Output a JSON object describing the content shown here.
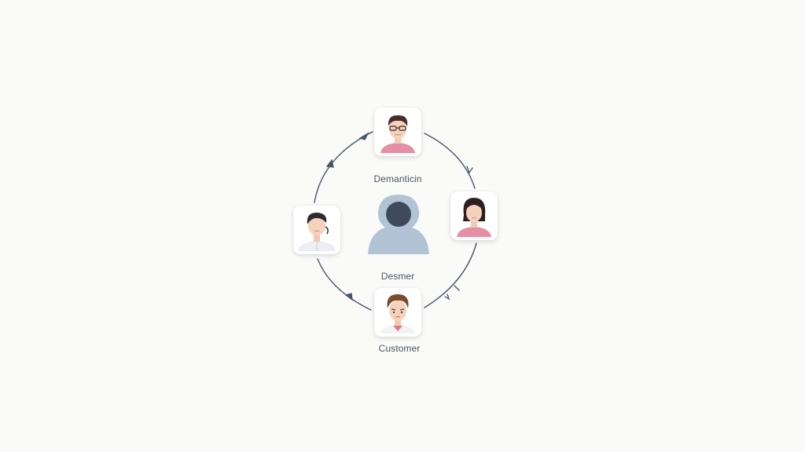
{
  "diagram": {
    "nodes": [
      {
        "id": "top",
        "label": "Demanticin",
        "avatar": "man-glasses-avatar"
      },
      {
        "id": "right",
        "label": "",
        "avatar": "woman-bob-avatar"
      },
      {
        "id": "bottom",
        "label": "Customer",
        "avatar": "man-brown-hair-avatar"
      },
      {
        "id": "left",
        "label": "",
        "avatar": "man-headset-avatar"
      }
    ],
    "center": {
      "label": "Desmer",
      "avatar": "silhouette-user-icon"
    },
    "flow": "clockwise",
    "colors": {
      "line": "#4a5568",
      "silhouette": "#b3c3d6",
      "silhouette_head": "#3f4a5c",
      "shirt_pink": "#e58fa6"
    }
  }
}
